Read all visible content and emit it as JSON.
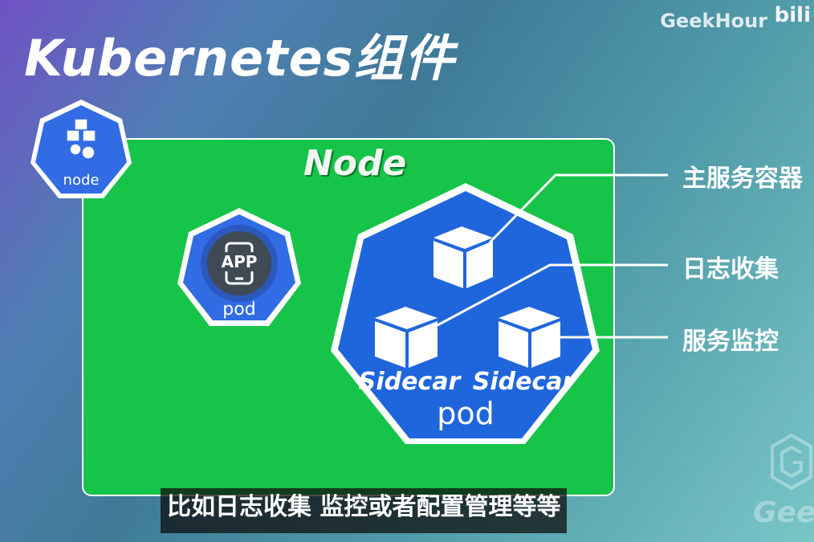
{
  "title": "Kubernetes组件",
  "brand": "GeekHour",
  "brand_mark": "bili",
  "watermark": "GeekHo",
  "node": {
    "title": "Node",
    "icon_label": "node",
    "icon": "node-cluster-icon"
  },
  "small_pod": {
    "label": "pod",
    "app_text": "APP",
    "icon": "phone-app-icon"
  },
  "big_pod": {
    "label": "pod",
    "containers": [
      {
        "role": "main-container",
        "label": ""
      },
      {
        "role": "sidecar",
        "label": "Sidecar"
      },
      {
        "role": "sidecar",
        "label": "Sidecar"
      }
    ]
  },
  "annotations": [
    "主服务容器",
    "日志收集",
    "服务监控"
  ],
  "subtitle": "比如日志收集 监控或者配置管理等等",
  "colors": {
    "node_green": "#16c449",
    "k8s_blue": "#326ce5",
    "pod_blue": "#1f66dc"
  }
}
